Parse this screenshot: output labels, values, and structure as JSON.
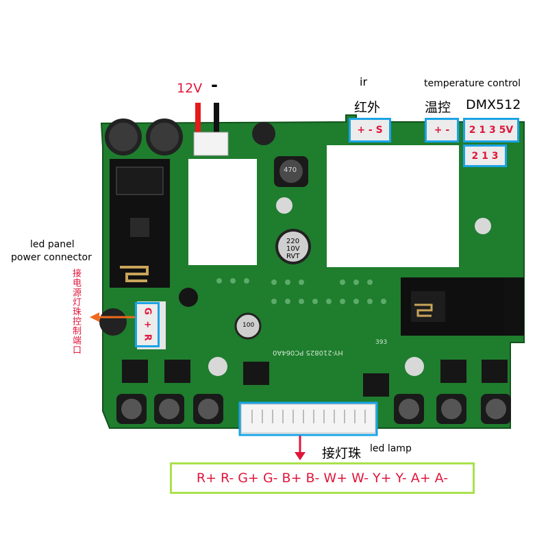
{
  "power": {
    "plus": "12V",
    "minus": "-"
  },
  "ir": {
    "en": "ir",
    "cn": "红外",
    "pins": "+ - S"
  },
  "temp": {
    "en": "temperature control",
    "cn": "温控",
    "pins": "+ -"
  },
  "dmx": {
    "title": "DMX512",
    "pins_top": "2 1 3 5V",
    "pins_bottom": "2 1 3"
  },
  "led_panel": {
    "label_line1": "led panel",
    "label_line2": "power connector",
    "cn": "接电源灯珠控制端口",
    "pins": "G + R"
  },
  "led_lamp": {
    "cn": "接灯珠",
    "en": "led lamp",
    "pins": [
      "R+",
      "R-",
      "G+",
      "G-",
      "B+",
      "B-",
      "W+",
      "W-",
      "Y+",
      "Y-",
      "A+",
      "A-"
    ]
  },
  "board_marks": {
    "pcb_code": "HY-210825 PC064A0",
    "cap_220": "220",
    "cap_10v": "10V",
    "cap_rvt": "RVT",
    "cap_100": "100",
    "inductor": "470",
    "u393": "393"
  },
  "colors": {
    "pcb": "#1f7d2e",
    "highlight_box": "#1aa3e6",
    "lamp_box": "#a8e14a",
    "accent_red": "#e0153a",
    "arrow_orange": "#f06a1c"
  }
}
